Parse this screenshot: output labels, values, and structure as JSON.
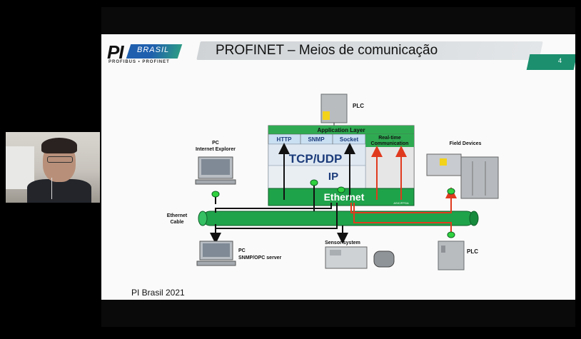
{
  "slide": {
    "logo_text": "PI",
    "logo_brand": "BRASIL",
    "logo_tagline": "PROFIBUS • PROFINET",
    "title": "PROFINET – Meios de comunicação",
    "page_number": "4",
    "footer": "PI Brasil 2021",
    "colors": {
      "accent": "#1b8f6e",
      "ethernet_green": "#1fa34a",
      "rt_red": "#e03a1e"
    }
  },
  "diagram": {
    "stack": {
      "application_layer": "Application Layer",
      "protocols": [
        "HTTP",
        "SNMP",
        "Socket"
      ],
      "realtime": [
        "Real-time",
        "Communication"
      ],
      "tcp_udp": "TCP/UDP",
      "ip": "IP",
      "ethernet": "Ethernet",
      "chip": "ASIC/FPGA"
    },
    "devices": {
      "plc_top": "PLC",
      "pc_ie": [
        "PC",
        "Internet Explorer"
      ],
      "field_devices": "Field Devices",
      "ethernet_cable": [
        "Ethernet",
        "Cable"
      ],
      "pc_snmp": [
        "PC",
        "SNMP/OPC server"
      ],
      "sensor_system": "Sensor system",
      "plc_bottom": "PLC"
    }
  },
  "webcam": {
    "participant": "presenter-video"
  }
}
